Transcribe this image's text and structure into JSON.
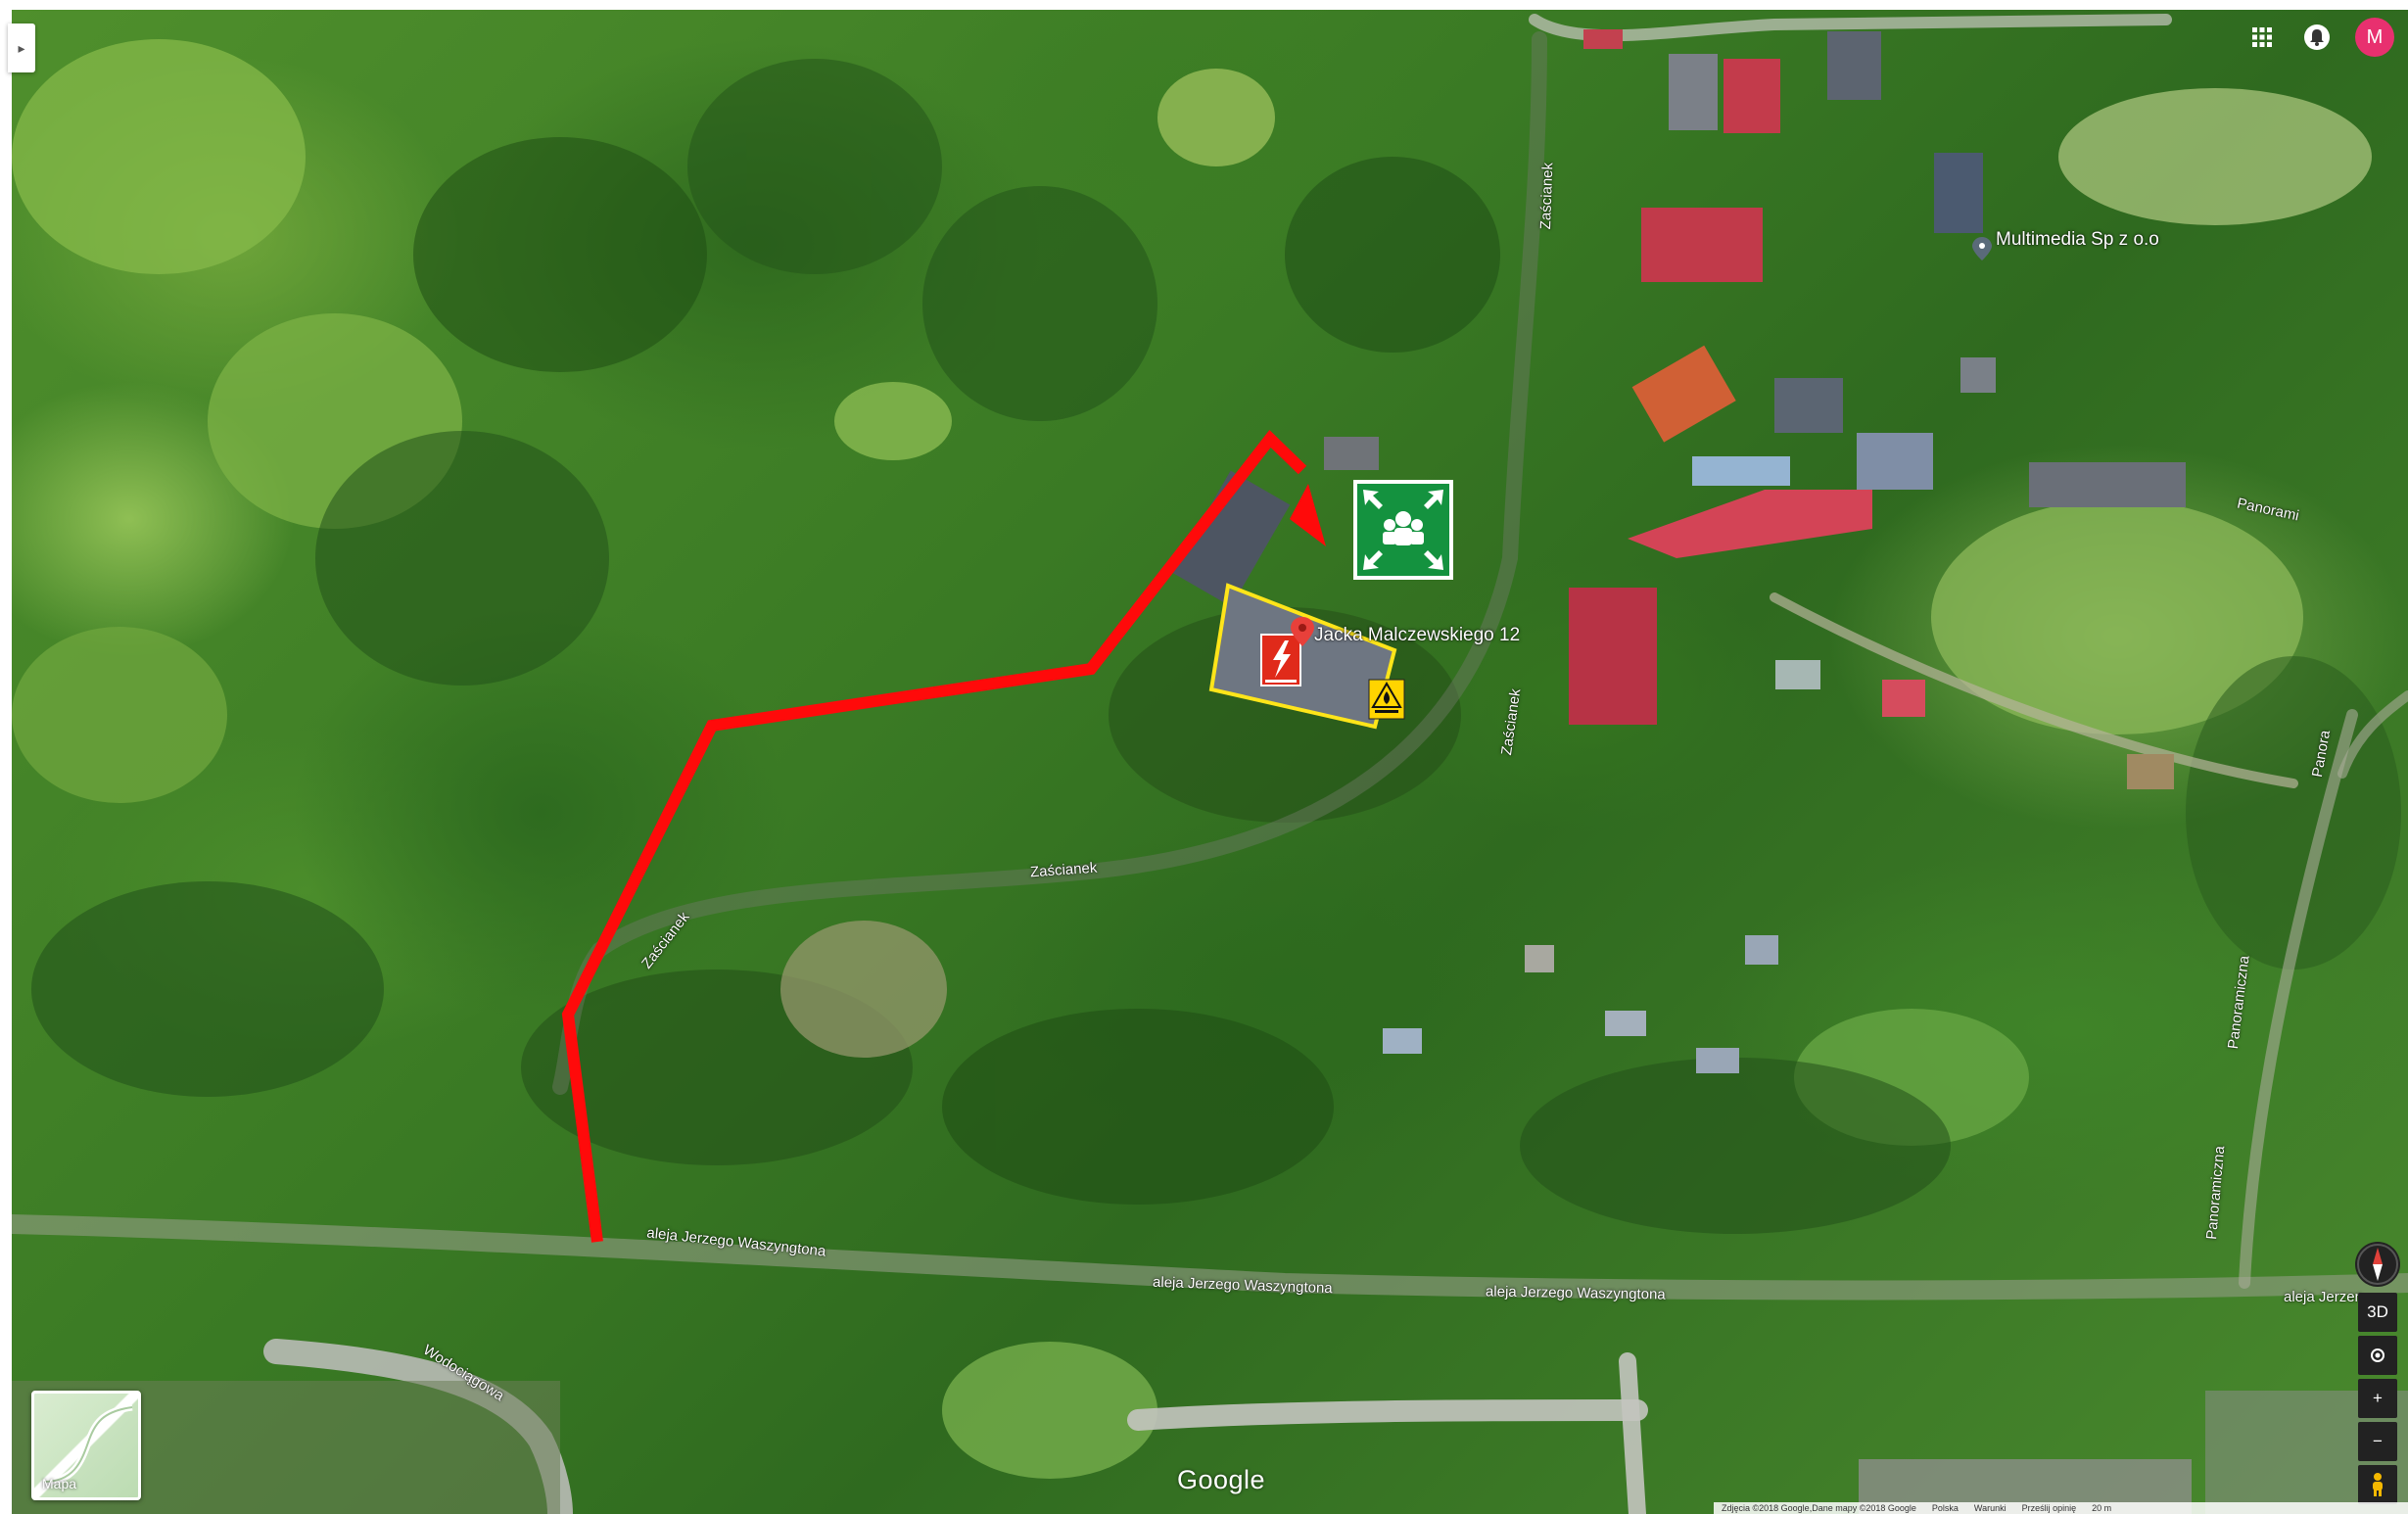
{
  "map": {
    "streets": {
      "zascianek_1": "Zaścianek",
      "zascianek_2": "Zaścianek",
      "zascianek_3": "Zaścianek",
      "waszyngtona_1": "aleja Jerzego Waszyngtona",
      "waszyngtona_2": "aleja Jerzego Waszyngtona",
      "waszyngtona_3": "aleja Jerzego Waszyngtona",
      "waszyngtona_4": "aleja Jerzen",
      "wodociagowa": "Wodociągowa",
      "panoramiczna_1": "Panoramiczna",
      "panoramiczna_2": "Panoramiczna",
      "panoramiczna_3": "Panorami",
      "panoramiczna_4": "Panora"
    },
    "place_label": "Jacka Malczewskiego 12",
    "business_label": "Multimedia Sp z o.o",
    "route_color": "#ff0a0a",
    "building_outline_color": "#ffe51a",
    "assembly_point_color": "#14923f",
    "electric_sign_color": "#e02a1a",
    "hazard_sign_color": "#ffd400",
    "hazard_sign_icon": "flame-icon",
    "assembly_point_icon": "assembly-point-icon",
    "electric_sign_icon": "lightning-icon"
  },
  "ui": {
    "layer_switch_label": "Mapa",
    "google_logo": "Google",
    "avatar_letter": "M",
    "controls": {
      "tilt": "3D",
      "zoom_in": "+",
      "zoom_out": "−"
    },
    "attribution": {
      "imagery": "Zdjęcia ©2018 Google,Dane mapy ©2018 Google",
      "country": "Polska",
      "terms": "Warunki",
      "feedback": "Prześlij opinię",
      "scale": "20 m"
    }
  }
}
